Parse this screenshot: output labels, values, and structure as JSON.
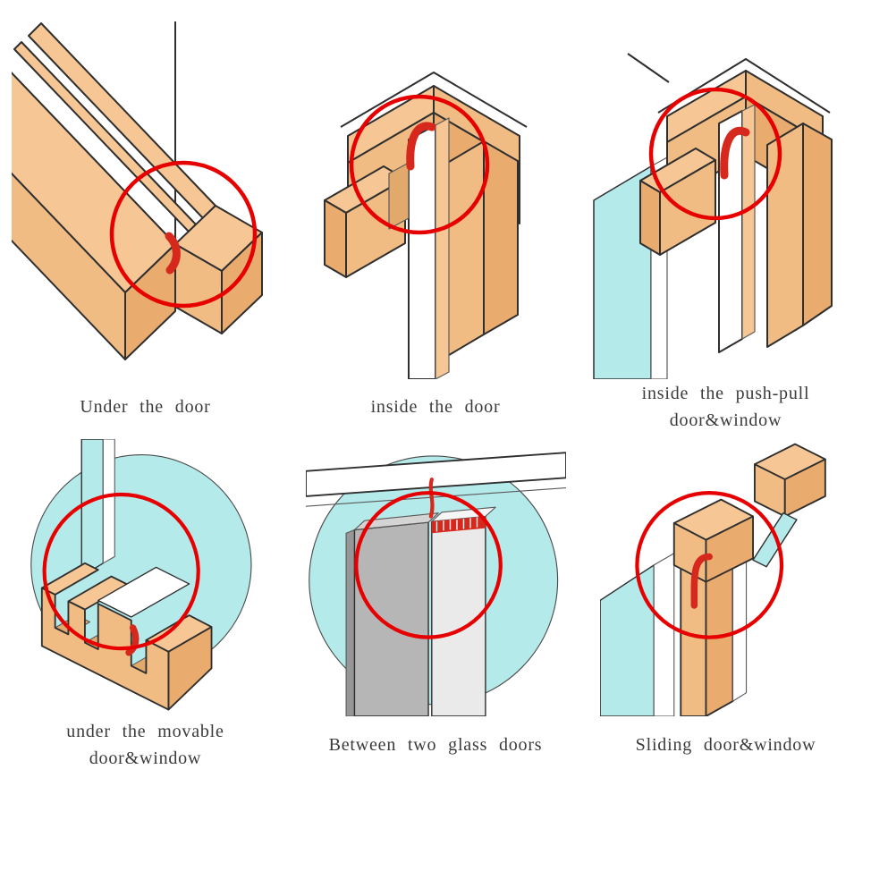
{
  "colors": {
    "background": "#ffffff",
    "wood_light": "#f6c795",
    "wood_mid": "#f1bc83",
    "wood_dark": "#e9ab6e",
    "outline": "#2f2f2f",
    "highlight_red": "#e60000",
    "seal_red": "#d6281c",
    "glass_cyan": "#b5eaea",
    "door_gray": "#b6b6b6",
    "door_light_gray": "#eaeaea",
    "white": "#ffffff",
    "caption_text": "#3a3a3a"
  },
  "panels": [
    {
      "id": "under-the-door",
      "illustration": "door-bottom-channel-with-seal",
      "caption_lines": [
        "Under the door"
      ]
    },
    {
      "id": "inside-the-door",
      "illustration": "door-top-jamb-with-seal",
      "caption_lines": [
        "inside the door"
      ]
    },
    {
      "id": "inside-the-push-pull-door-window",
      "illustration": "push-pull-frame-with-glass-and-seal",
      "caption_lines": [
        "inside the push-pull",
        "door&window"
      ]
    },
    {
      "id": "under-the-movable-door-window",
      "illustration": "movable-track-profile-with-seal",
      "caption_lines": [
        "under the movable",
        "door&window"
      ]
    },
    {
      "id": "between-two-glass-doors",
      "illustration": "two-glass-doors-with-brush-seal",
      "caption_lines": [
        "Between two glass doors"
      ]
    },
    {
      "id": "sliding-door-window",
      "illustration": "sliding-frame-with-glass-and-seal",
      "caption_lines": [
        "Sliding door&window"
      ]
    }
  ]
}
